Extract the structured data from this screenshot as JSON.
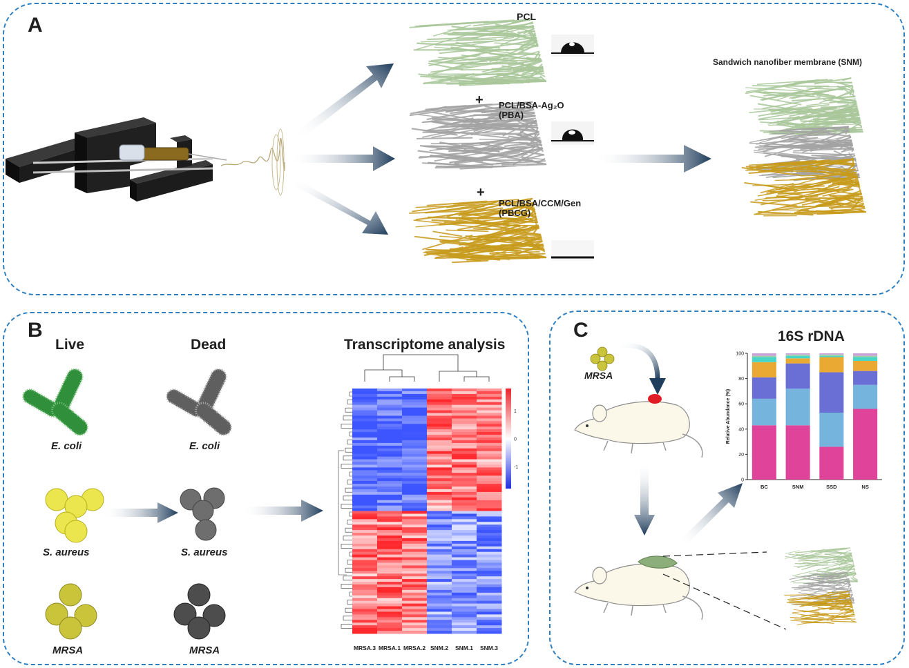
{
  "panel_a": {
    "label": "A",
    "pcl_label": "PCL",
    "pba_label_line1": "PCL/BSA-Ag₂O",
    "pba_label_line2": "(PBA)",
    "pbcg_label_line1": "PCL/BSA/CCM/Gen",
    "pbcg_label_line2": "(PBCG)",
    "plus_1": "+",
    "plus_2": "+",
    "snm_title": "Sandwich nanofiber membrane (SNM)"
  },
  "panel_b": {
    "label": "B",
    "live_header": "Live",
    "dead_header": "Dead",
    "transcriptome_title": "Transcriptome analysis",
    "ecoli_live": "E. coli",
    "ecoli_dead": "E. coli",
    "saureus_live": "S. aureus",
    "saureus_dead": "S. aureus",
    "mrsa_live": "MRSA",
    "mrsa_dead": "MRSA",
    "heatmap_columns": [
      "MRSA.3",
      "MRSA.1",
      "MRSA.2",
      "SNM.2",
      "SNM.1",
      "SNM.3"
    ],
    "colorbar_ticks": [
      "1",
      "0",
      "-1"
    ]
  },
  "panel_c": {
    "label": "C",
    "mrsa_label": "MRSA",
    "title": "16S rDNA"
  },
  "colors": {
    "border": "#2f7fbf",
    "pcl_fiber": "#a9c79a",
    "pba_fiber": "#a3a3a3",
    "pbcg_fiber": "#c79b1c",
    "heat_red": "#e8262b",
    "heat_blue": "#3b4fe0",
    "bacteria_live_green": "#2f8f3a",
    "bacteria_yellow": "#e6e24a",
    "mrsa_yellow": "#c9c43a",
    "dead_gray": "#6e6e6e"
  },
  "chart_data": {
    "type": "bar",
    "stacked": true,
    "title": "16S rDNA",
    "ylabel": "Relative Abundance (%)",
    "xlabel": "",
    "categories": [
      "BC",
      "SNM",
      "SSD",
      "NS"
    ],
    "ylim": [
      0,
      100
    ],
    "yticks": [
      0,
      20,
      40,
      60,
      80,
      100
    ],
    "series": [
      {
        "color": "#e0449a",
        "values": [
          43,
          43,
          26,
          56
        ]
      },
      {
        "color": "#74b4dd",
        "values": [
          21,
          29,
          27,
          19
        ]
      },
      {
        "color": "#6a6fd6",
        "values": [
          17,
          20,
          32,
          11
        ]
      },
      {
        "color": "#eaa932",
        "values": [
          12,
          4,
          12,
          8
        ]
      },
      {
        "color": "#49d6c9",
        "values": [
          4,
          2,
          1,
          3
        ]
      },
      {
        "color": "#9fd1a8",
        "values": [
          1,
          1,
          1,
          1
        ]
      },
      {
        "color": "#c9a3d8",
        "values": [
          2,
          1,
          1,
          2
        ]
      }
    ]
  }
}
